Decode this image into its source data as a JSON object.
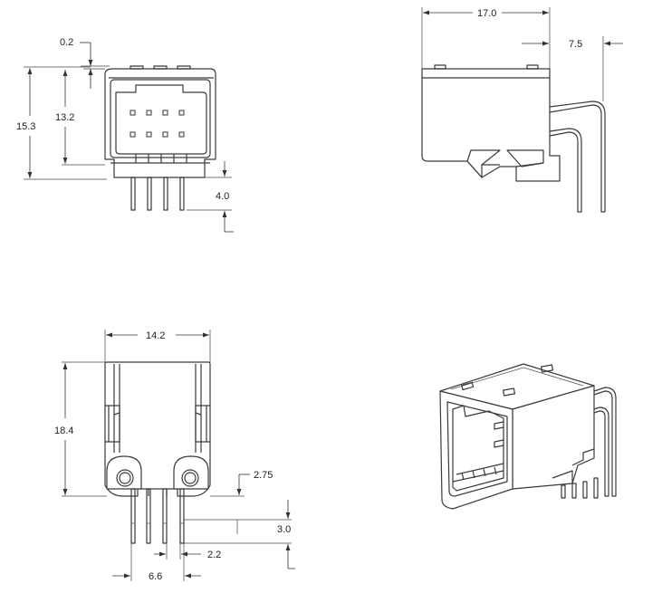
{
  "dimensions": {
    "front_wall": "0.2",
    "front_total_height": "15.3",
    "front_body_height": "13.2",
    "front_pin_length": "4.0",
    "side_depth": "17.0",
    "side_pin_offset": "7.5",
    "bottom_width": "14.2",
    "bottom_depth": "18.4",
    "bottom_peg_offset": "2.75",
    "bottom_pin_length": "3.0",
    "bottom_pin_pitch": "2.2",
    "bottom_pin_span": "6.6"
  },
  "colors": {
    "line": "#3a3a3a",
    "text": "#222222",
    "background": "#ffffff"
  }
}
